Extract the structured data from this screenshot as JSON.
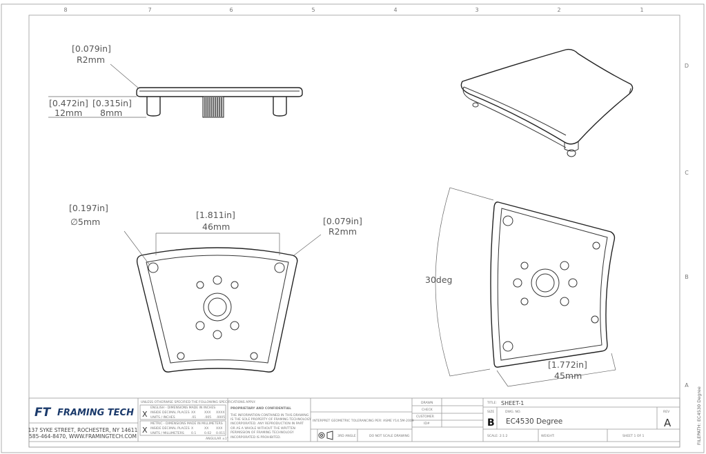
{
  "zones": {
    "columns": [
      "8",
      "7",
      "6",
      "5",
      "4",
      "3",
      "2",
      "1"
    ],
    "rows": [
      "D",
      "C",
      "B",
      "A"
    ]
  },
  "filepath": "FILEPATH: EC4530 Degree",
  "side_view": {
    "fillet_in": "[0.079in]",
    "fillet_mm": "R2mm",
    "height_in": "[0.472in]",
    "height_mm": "12mm",
    "peg_in": "[0.315in]",
    "peg_mm": "8mm"
  },
  "top_view": {
    "hole_in": "[0.197in]",
    "hole_mm": "∅5mm",
    "span_in": "[1.811in]",
    "span_mm": "46mm",
    "fillet_in": "[0.079in]",
    "fillet_mm": "R2mm"
  },
  "rotated_view": {
    "angle": "30deg",
    "width_in": "[1.772in]",
    "width_mm": "45mm"
  },
  "title_block": {
    "logo": "FT FRAMING TECH",
    "address": "137 SYKE STREET, ROCHESTER, NY 14611",
    "contact": "585-464-8470, WWW.FRAMINGTECH.COM",
    "tolerance_header": "UNLESS OTHERWISE SPECIFIED THE FOLLOWING SPECIFICATIONS APPLY:",
    "english_header": "ENGLISH - DIMENSIONS MADE IN INCHES",
    "english_row1": [
      "INSIDE DECIMAL PLACES",
      "XX",
      "XXX",
      "XXXX"
    ],
    "english_row2": [
      "UNITS / INCHES",
      ".01",
      ".005",
      ".0005"
    ],
    "metric_header": "METRIC - DIMENSIONS MADE IN MILLIMETERS",
    "metric_row1": [
      "INSIDE DECIMAL PLACES",
      "X",
      "XX",
      "XXX"
    ],
    "metric_row2": [
      "UNITS / MILLIMETERS",
      "0.1",
      "0.02",
      "0.011"
    ],
    "mark": "X",
    "angular": "ANGULAR ±1°",
    "proprietary_title": "PROPRIETARY AND CONFIDENTIAL",
    "proprietary_lines": [
      "THE INFORMATION CONTAINED IN THIS DRAWING",
      "IS THE SOLE PROPERTY OF FRAMING TECHNOLOGY",
      "INCORPORATED.  ANY REPRODUCTION IN PART",
      "OR AS A WHOLE WITHOUT THE WRITTEN",
      "PERMISSION OF FRAMING TECHNOLOGY",
      "INCORPORATED IS PROHIBITED."
    ],
    "interpret": "INTERPRET GEOMETRIC TOLERANCING PER:  ASME Y14.5M-2009",
    "projection": "3RD ANGLE",
    "no_scale": "DO NOT SCALE DRAWING",
    "drawn": "DRAWN",
    "check": "CHECK",
    "customer": "CUSTOMER",
    "id": "ID#",
    "title_label": "TITLE:",
    "title": "SHEET-1",
    "size_label": "SIZE",
    "size": "B",
    "dwg_label": "DWG.  NO.",
    "dwg_no": "EC4530 Degree",
    "rev_label": "REV",
    "rev": "A",
    "scale": "SCALE: 2:1:2",
    "weight": "WEIGHT:",
    "sheet": "SHEET 1 OF 1"
  }
}
